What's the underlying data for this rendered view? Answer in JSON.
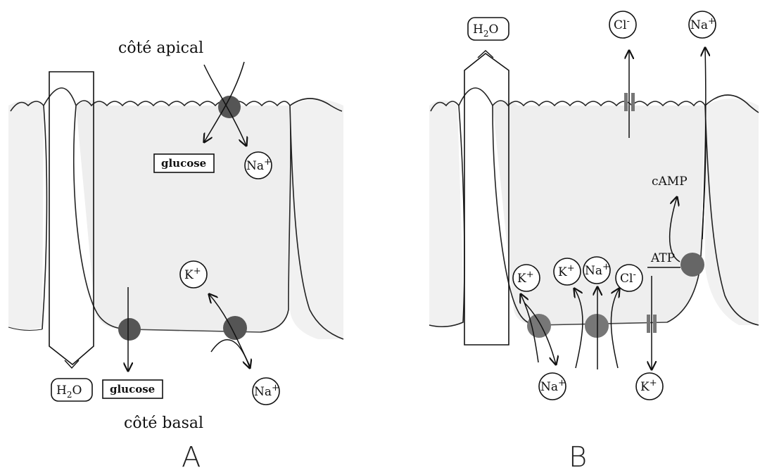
{
  "panelA": {
    "letter": "A",
    "apical_label": "côté apical",
    "basal_label": "côté basal",
    "glucose_in": "glucose",
    "glucose_out": "glucose",
    "na_in": "Na",
    "na_in_sup": "+",
    "na_out": "Na",
    "na_out_sup": "+",
    "k": "K",
    "k_sup": "+",
    "h2o_h": "H",
    "h2o_sub": "2",
    "h2o_o": "O"
  },
  "panelB": {
    "letter": "B",
    "h2o_h": "H",
    "h2o_sub": "2",
    "h2o_o": "O",
    "cl_top": "Cl",
    "cl_top_sup": "-",
    "na_top": "Na",
    "na_top_sup": "+",
    "camp": "cAMP",
    "atp": "ATP",
    "k1": "K",
    "k1_sup": "+",
    "k2": "K",
    "k2_sup": "+",
    "na_mid": "Na",
    "na_mid_sup": "+",
    "cl_mid": "Cl",
    "cl_mid_sup": "-",
    "na_bottom": "Na",
    "na_bottom_sup": "+",
    "k_bottom": "K",
    "k_bottom_sup": "+"
  }
}
